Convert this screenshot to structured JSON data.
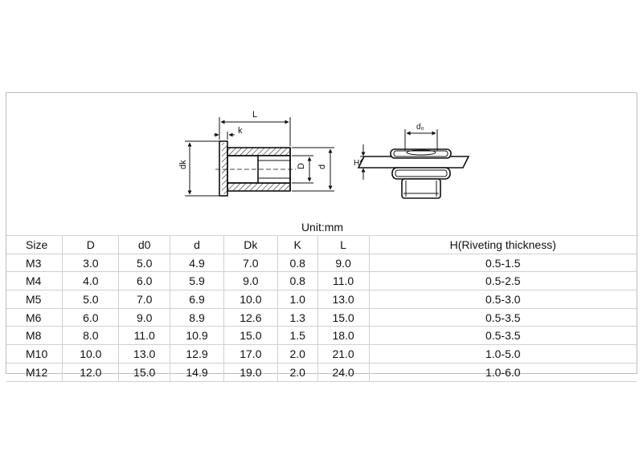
{
  "diagram": {
    "left_view_labels": {
      "L": "L",
      "k": "k",
      "dk": "dk",
      "D": "D",
      "d": "d"
    },
    "right_view_labels": {
      "d0": "d₀",
      "H": "H"
    }
  },
  "unit_label": "Unit:mm",
  "table": {
    "headers": [
      "Size",
      "D",
      "d0",
      "d",
      "Dk",
      "K",
      "L",
      "H(Riveting thickness)"
    ],
    "rows": [
      [
        "M3",
        "3.0",
        "5.0",
        "4.9",
        "7.0",
        "0.8",
        "9.0",
        "0.5-1.5"
      ],
      [
        "M4",
        "4.0",
        "6.0",
        "5.9",
        "9.0",
        "0.8",
        "11.0",
        "0.5-2.5"
      ],
      [
        "M5",
        "5.0",
        "7.0",
        "6.9",
        "10.0",
        "1.0",
        "13.0",
        "0.5-3.0"
      ],
      [
        "M6",
        "6.0",
        "9.0",
        "8.9",
        "12.6",
        "1.3",
        "15.0",
        "0.5-3.5"
      ],
      [
        "M8",
        "8.0",
        "11.0",
        "10.9",
        "15.0",
        "1.5",
        "18.0",
        "0.5-3.5"
      ],
      [
        "M10",
        "10.0",
        "13.0",
        "12.9",
        "17.0",
        "2.0",
        "21.0",
        "1.0-5.0"
      ],
      [
        "M12",
        "12.0",
        "15.0",
        "14.9",
        "19.0",
        "2.0",
        "24.0",
        "1.0-6.0"
      ]
    ]
  }
}
